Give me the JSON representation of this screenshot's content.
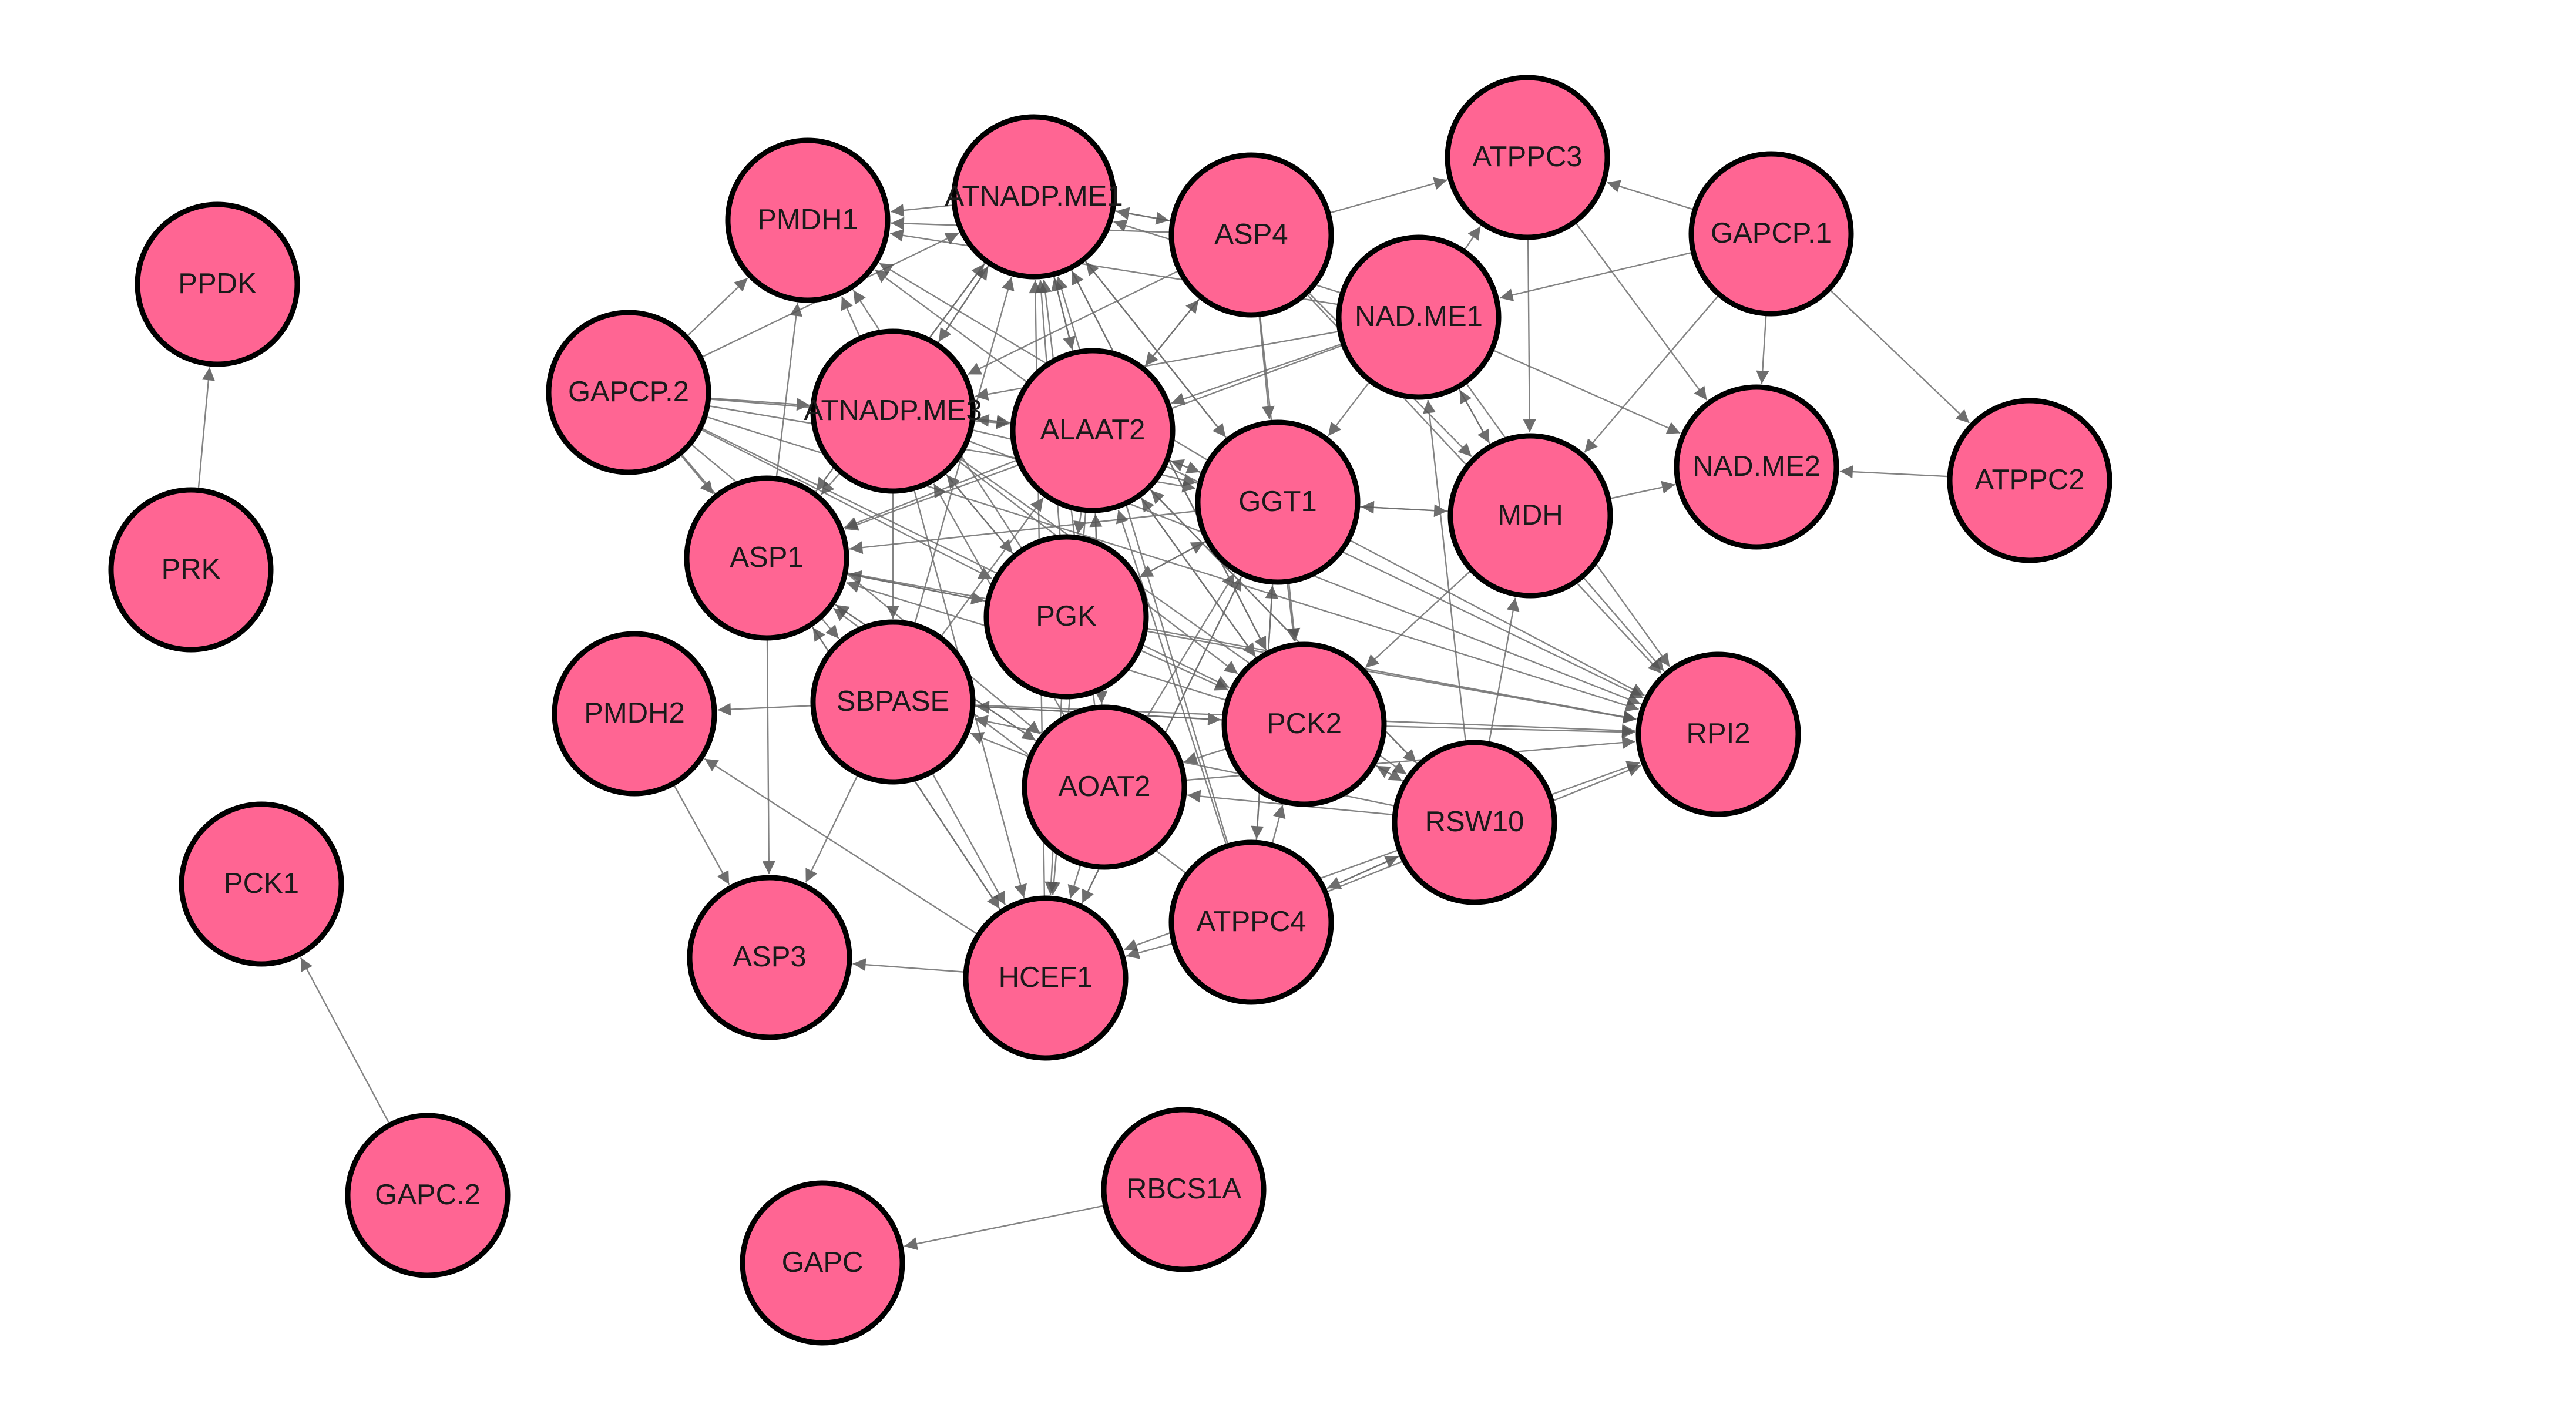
{
  "colors": {
    "node_fill": "#FF6593",
    "node_stroke": "#000000",
    "edge": "#6e6e6e",
    "background": "#ffffff"
  },
  "nodes": [
    {
      "id": "PPDK",
      "label": "PPDK"
    },
    {
      "id": "PRK",
      "label": "PRK"
    },
    {
      "id": "PCK1",
      "label": "PCK1"
    },
    {
      "id": "GAPC.2",
      "label": "GAPC.2"
    },
    {
      "id": "GAPC",
      "label": "GAPC"
    },
    {
      "id": "RBCS1A",
      "label": "RBCS1A"
    },
    {
      "id": "PMDH1",
      "label": "PMDH1"
    },
    {
      "id": "ATNADP.ME1",
      "label": "ATNADP.ME1"
    },
    {
      "id": "ASP4",
      "label": "ASP4"
    },
    {
      "id": "ATPPC3",
      "label": "ATPPC3"
    },
    {
      "id": "GAPCP.1",
      "label": "GAPCP.1"
    },
    {
      "id": "NAD.ME1",
      "label": "NAD.ME1"
    },
    {
      "id": "GAPCP.2",
      "label": "GAPCP.2"
    },
    {
      "id": "ATNADP.ME3",
      "label": "ATNADP.ME3"
    },
    {
      "id": "ALAAT2",
      "label": "ALAAT2"
    },
    {
      "id": "GGT1",
      "label": "GGT1"
    },
    {
      "id": "MDH",
      "label": "MDH"
    },
    {
      "id": "NAD.ME2",
      "label": "NAD.ME2"
    },
    {
      "id": "ATPPC2",
      "label": "ATPPC2"
    },
    {
      "id": "ASP1",
      "label": "ASP1"
    },
    {
      "id": "PGK",
      "label": "PGK"
    },
    {
      "id": "PMDH2",
      "label": "PMDH2"
    },
    {
      "id": "SBPASE",
      "label": "SBPASE"
    },
    {
      "id": "PCK2",
      "label": "PCK2"
    },
    {
      "id": "RPI2",
      "label": "RPI2"
    },
    {
      "id": "AOAT2",
      "label": "AOAT2"
    },
    {
      "id": "RSW10",
      "label": "RSW10"
    },
    {
      "id": "ASP3",
      "label": "ASP3"
    },
    {
      "id": "HCEF1",
      "label": "HCEF1"
    },
    {
      "id": "ATPPC4",
      "label": "ATPPC4"
    }
  ],
  "edges": [
    [
      "PRK",
      "PPDK"
    ],
    [
      "GAPC.2",
      "PCK1"
    ],
    [
      "RBCS1A",
      "GAPC"
    ],
    [
      "GAPCP.1",
      "ATPPC3"
    ],
    [
      "GAPCP.1",
      "NAD.ME1"
    ],
    [
      "GAPCP.1",
      "NAD.ME2"
    ],
    [
      "GAPCP.1",
      "ATPPC2"
    ],
    [
      "GAPCP.1",
      "MDH"
    ],
    [
      "ATPPC2",
      "NAD.ME2"
    ],
    [
      "ATPPC3",
      "MDH"
    ],
    [
      "ATPPC3",
      "NAD.ME2"
    ],
    [
      "ASP4",
      "ATPPC3"
    ],
    [
      "ASP4",
      "PMDH1"
    ],
    [
      "ASP4",
      "ATNADP.ME1"
    ],
    [
      "ASP4",
      "GGT1"
    ],
    [
      "ASP4",
      "MDH"
    ],
    [
      "ASP4",
      "RPI2"
    ],
    [
      "ASP4",
      "PCK2"
    ],
    [
      "ASP4",
      "ATNADP.ME3"
    ],
    [
      "ASP4",
      "ALAAT2"
    ],
    [
      "NAD.ME1",
      "ATPPC3"
    ],
    [
      "NAD.ME1",
      "ATNADP.ME1"
    ],
    [
      "NAD.ME1",
      "MDH"
    ],
    [
      "NAD.ME1",
      "NAD.ME2"
    ],
    [
      "NAD.ME1",
      "GGT1"
    ],
    [
      "NAD.ME1",
      "ALAAT2"
    ],
    [
      "NAD.ME1",
      "PMDH1"
    ],
    [
      "NAD.ME1",
      "ATNADP.ME3"
    ],
    [
      "NAD.ME1",
      "ASP1"
    ],
    [
      "NAD.ME1",
      "RPI2"
    ],
    [
      "ATNADP.ME1",
      "PMDH1"
    ],
    [
      "ATNADP.ME1",
      "ASP4"
    ],
    [
      "ATNADP.ME1",
      "ASP1"
    ],
    [
      "ATNADP.ME1",
      "GGT1"
    ],
    [
      "ATNADP.ME1",
      "PCK2"
    ],
    [
      "ATNADP.ME1",
      "ATNADP.ME3"
    ],
    [
      "ATNADP.ME1",
      "ALAAT2"
    ],
    [
      "GAPCP.2",
      "PMDH1"
    ],
    [
      "GAPCP.2",
      "ATNADP.ME1"
    ],
    [
      "GAPCP.2",
      "ATNADP.ME3"
    ],
    [
      "GAPCP.2",
      "ASP1"
    ],
    [
      "GAPCP.2",
      "PGK"
    ],
    [
      "GAPCP.2",
      "SBPASE"
    ],
    [
      "GAPCP.2",
      "RPI2"
    ],
    [
      "GAPCP.2",
      "GGT1"
    ],
    [
      "GAPCP.2",
      "AOAT2"
    ],
    [
      "GAPCP.2",
      "PCK2"
    ],
    [
      "GAPCP.2",
      "ALAAT2"
    ],
    [
      "ATNADP.ME3",
      "PMDH1"
    ],
    [
      "ATNADP.ME3",
      "ATNADP.ME1"
    ],
    [
      "ATNADP.ME3",
      "ALAAT2"
    ],
    [
      "ATNADP.ME3",
      "ASP1"
    ],
    [
      "ATNADP.ME3",
      "PGK"
    ],
    [
      "ATNADP.ME3",
      "SBPASE"
    ],
    [
      "ATNADP.ME3",
      "HCEF1"
    ],
    [
      "ATNADP.ME3",
      "GGT1"
    ],
    [
      "ATNADP.ME3",
      "PCK2"
    ],
    [
      "ATNADP.ME3",
      "RPI2"
    ],
    [
      "ATNADP.ME3",
      "RSW10"
    ],
    [
      "ALAAT2",
      "PMDH1"
    ],
    [
      "ALAAT2",
      "ATNADP.ME1"
    ],
    [
      "ALAAT2",
      "ASP4"
    ],
    [
      "ALAAT2",
      "ATNADP.ME3"
    ],
    [
      "ALAAT2",
      "GGT1"
    ],
    [
      "ALAAT2",
      "PGK"
    ],
    [
      "ALAAT2",
      "ASP1"
    ],
    [
      "ALAAT2",
      "HCEF1"
    ],
    [
      "ALAAT2",
      "AOAT2"
    ],
    [
      "ALAAT2",
      "PCK2"
    ],
    [
      "ALAAT2",
      "RPI2"
    ],
    [
      "ALAAT2",
      "RSW10"
    ],
    [
      "GGT1",
      "MDH"
    ],
    [
      "GGT1",
      "PCK2"
    ],
    [
      "GGT1",
      "ASP1"
    ],
    [
      "GGT1",
      "PGK"
    ],
    [
      "GGT1",
      "HCEF1"
    ],
    [
      "GGT1",
      "RPI2"
    ],
    [
      "GGT1",
      "ATPPC4"
    ],
    [
      "GGT1",
      "PMDH1"
    ],
    [
      "GGT1",
      "ATNADP.ME1"
    ],
    [
      "GGT1",
      "ALAAT2"
    ],
    [
      "MDH",
      "NAD.ME2"
    ],
    [
      "MDH",
      "RPI2"
    ],
    [
      "MDH",
      "GGT1"
    ],
    [
      "MDH",
      "PCK2"
    ],
    [
      "MDH",
      "NAD.ME1"
    ],
    [
      "ASP1",
      "PMDH1"
    ],
    [
      "ASP1",
      "ATNADP.ME1"
    ],
    [
      "ASP1",
      "ASP3"
    ],
    [
      "ASP1",
      "HCEF1"
    ],
    [
      "ASP1",
      "PGK"
    ],
    [
      "ASP1",
      "RPI2"
    ],
    [
      "ASP1",
      "AOAT2"
    ],
    [
      "PGK",
      "ATNADP.ME1"
    ],
    [
      "PGK",
      "PMDH1"
    ],
    [
      "PGK",
      "ASP1"
    ],
    [
      "PGK",
      "HCEF1"
    ],
    [
      "PGK",
      "RPI2"
    ],
    [
      "PGK",
      "PCK2"
    ],
    [
      "PGK",
      "ATNADP.ME3"
    ],
    [
      "PGK",
      "GGT1"
    ],
    [
      "SBPASE",
      "PMDH2"
    ],
    [
      "SBPASE",
      "ASP3"
    ],
    [
      "SBPASE",
      "ATNADP.ME1"
    ],
    [
      "SBPASE",
      "HCEF1"
    ],
    [
      "SBPASE",
      "PCK2"
    ],
    [
      "SBPASE",
      "ALAAT2"
    ],
    [
      "SBPASE",
      "RPI2"
    ],
    [
      "PMDH2",
      "ASP3"
    ],
    [
      "HCEF1",
      "ASP3"
    ],
    [
      "HCEF1",
      "PMDH2"
    ],
    [
      "HCEF1",
      "ATNADP.ME1"
    ],
    [
      "HCEF1",
      "ASP1"
    ],
    [
      "HCEF1",
      "GGT1"
    ],
    [
      "AOAT2",
      "ATNADP.ME1"
    ],
    [
      "AOAT2",
      "ASP1"
    ],
    [
      "AOAT2",
      "HCEF1"
    ],
    [
      "AOAT2",
      "SBPASE"
    ],
    [
      "AOAT2",
      "ALAAT2"
    ],
    [
      "AOAT2",
      "RPI2"
    ],
    [
      "AOAT2",
      "ATNADP.ME3"
    ],
    [
      "AOAT2",
      "GGT1"
    ],
    [
      "PCK2",
      "RPI2"
    ],
    [
      "PCK2",
      "ALAAT2"
    ],
    [
      "PCK2",
      "AOAT2"
    ],
    [
      "PCK2",
      "ASP1"
    ],
    [
      "PCK2",
      "SBPASE"
    ],
    [
      "PCK2",
      "ATNADP.ME1"
    ],
    [
      "PCK2",
      "RSW10"
    ],
    [
      "RSW10",
      "PCK2"
    ],
    [
      "RSW10",
      "RPI2"
    ],
    [
      "RSW10",
      "ATPPC4"
    ],
    [
      "RSW10",
      "HCEF1"
    ],
    [
      "RSW10",
      "MDH"
    ],
    [
      "RSW10",
      "SBPASE"
    ],
    [
      "RSW10",
      "AOAT2"
    ],
    [
      "RSW10",
      "NAD.ME1"
    ],
    [
      "RSW10",
      "ALAAT2"
    ],
    [
      "ATPPC4",
      "HCEF1"
    ],
    [
      "ATPPC4",
      "PCK2"
    ],
    [
      "ATPPC4",
      "RPI2"
    ],
    [
      "ATPPC4",
      "RSW10"
    ],
    [
      "ATPPC4",
      "ASP1"
    ],
    [
      "ATPPC4",
      "ALAAT2"
    ],
    [
      "ATPPC4",
      "ATNADP.ME1"
    ],
    [
      "ATPPC4",
      "GGT1"
    ]
  ]
}
